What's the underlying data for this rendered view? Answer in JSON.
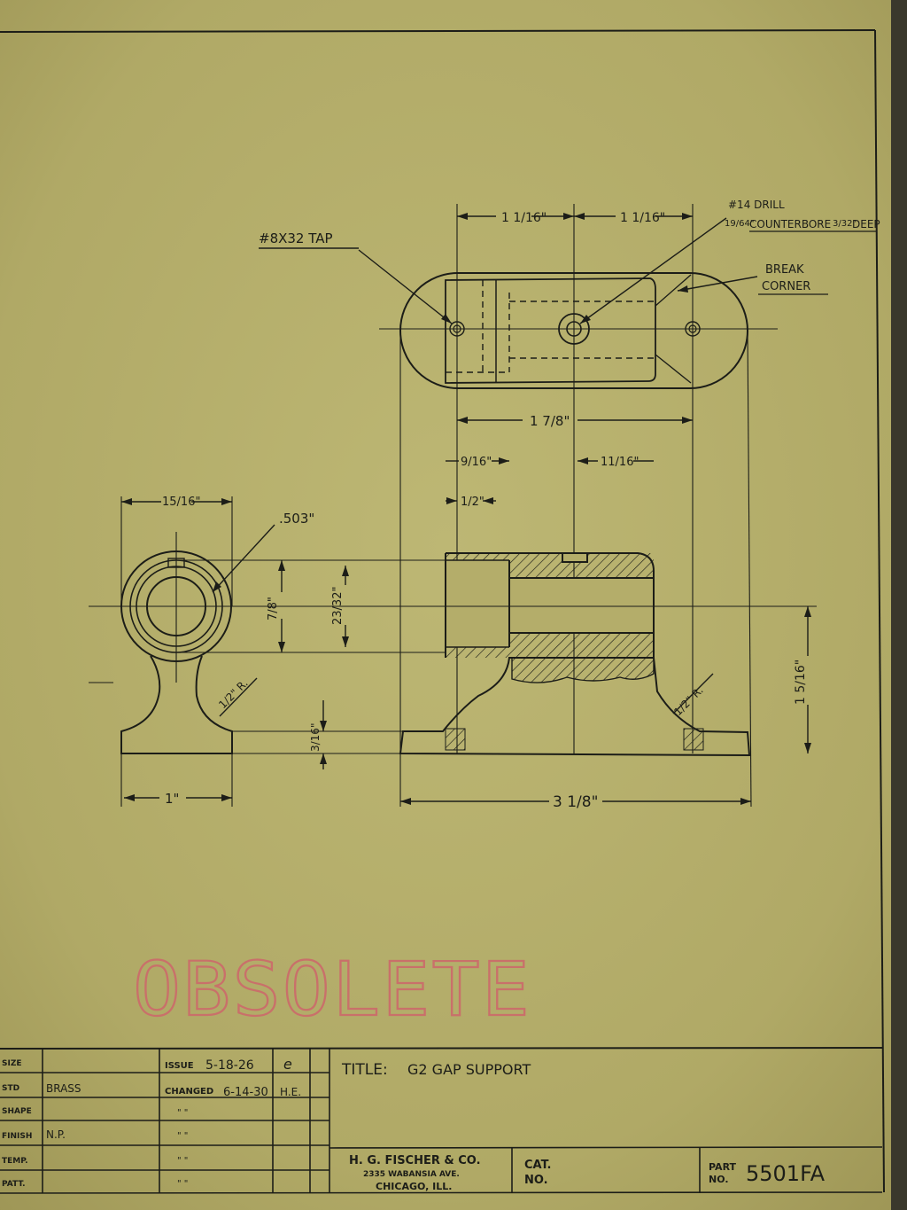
{
  "drawing": {
    "callouts": {
      "tap": "#8X32 TAP",
      "drill": "#14 DRILL",
      "counterbore_dia": "19/64\"",
      "counterbore": "COUNTERBORE",
      "counterbore_depth": "3/32\"",
      "deep": "DEEP",
      "break_1": "BREAK",
      "break_2": "CORNER",
      "bore": ".503\""
    },
    "dimensions": {
      "top_left": "1 1/16\"",
      "top_right": "1 1/16\"",
      "mid_span": "1 7/8\"",
      "d_9_16": "9/16\"",
      "d_11_16": "11/16\"",
      "d_1_2": "1/2\"",
      "d_15_16": "15/16\"",
      "d_7_8": "7/8\"",
      "d_23_32": "23/32\"",
      "d_1_5_16": "1 5/16\"",
      "radius_left": "1/2\" R.",
      "radius_right": "1/2\" R.",
      "d_3_16": "3/16\"",
      "d_1": "1\"",
      "overall": "3 1/8\""
    },
    "stamp": "OBSOLETE"
  },
  "title_block": {
    "rows": [
      {
        "label": "SIZE",
        "value": ""
      },
      {
        "label": "STD",
        "value": "BRASS"
      },
      {
        "label": "SHAPE",
        "value": ""
      },
      {
        "label": "FINISH",
        "value": "N.P."
      },
      {
        "label": "TEMP.",
        "value": ""
      },
      {
        "label": "PATT.",
        "value": ""
      }
    ],
    "issue_label": "ISSUE",
    "issue_date": "5-18-26",
    "issue_initial": "e",
    "changed_label": "CHANGED",
    "changed_date": "6-14-30",
    "changed_initial": "H.E.",
    "ditto": "\"  \"",
    "title_label": "TITLE:",
    "title": "G2 GAP SUPPORT",
    "company": "H. G. FISCHER & CO.",
    "address": "2335 WABANSIA AVE.",
    "city": "CHICAGO, ILL.",
    "cat_label_1": "CAT.",
    "cat_label_2": "NO.",
    "part_label_1": "PART",
    "part_label_2": "NO.",
    "part_no": "5501FA"
  },
  "colors": {
    "paper": "#b4ad6a",
    "ink": "#1c1d18",
    "stamp": "#c9706a"
  }
}
